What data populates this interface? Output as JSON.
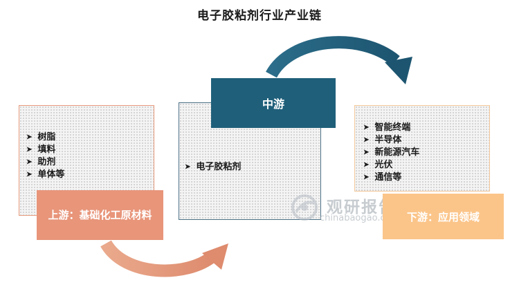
{
  "title": "电子胶粘剂行业产业链",
  "upstream": {
    "label": "上游：基础化工原材料",
    "items": [
      "树脂",
      "填料",
      "助剂",
      "单体等"
    ]
  },
  "midstream": {
    "label": "中游",
    "items": [
      "电子胶粘剂"
    ]
  },
  "downstream": {
    "label": "下游：应用领域",
    "items": [
      "智能终端",
      "半导体",
      "新能源汽车",
      "光伏",
      "通信等"
    ]
  },
  "bullet_symbol": "➤",
  "watermark": {
    "name": "观研报告网",
    "url": "chinabaogao.com"
  },
  "colors": {
    "upstream": "#e8957a",
    "midstream": "#1f5f7a",
    "downstream": "#fbc58a"
  }
}
